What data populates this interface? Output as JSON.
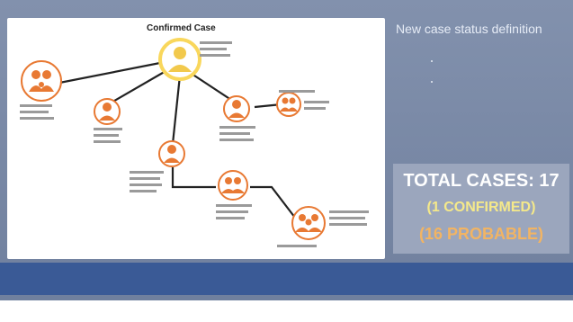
{
  "diagram": {
    "title": "Confirmed Case",
    "nodes": [
      {
        "id": "confirmed",
        "label": "",
        "color": "#f2c94c",
        "ring": "#f9d75c"
      },
      {
        "id": "left-household",
        "label": "",
        "color": "#e87933"
      },
      {
        "id": "mid-left",
        "label": "",
        "color": "#e87933"
      },
      {
        "id": "mid-right",
        "label": "",
        "color": "#e87933"
      },
      {
        "id": "far-right",
        "label": "",
        "color": "#e87933"
      },
      {
        "id": "bottom-center",
        "label": "",
        "color": "#e87933"
      },
      {
        "id": "bottom-right",
        "label": "",
        "color": "#e87933"
      },
      {
        "id": "bottom-far-right",
        "label": "",
        "color": "#e87933"
      }
    ]
  },
  "side_panel": {
    "title": "New case status definition",
    "bullets": [
      "",
      ""
    ]
  },
  "totals": {
    "total": "TOTAL CASES: 17",
    "confirmed": "(1 CONFIRMED)",
    "probable": "(16 PROBABLE)"
  },
  "bottom_bar": {
    "text": ""
  },
  "footer": {
    "text": ""
  },
  "colors": {
    "accent_orange": "#e87933",
    "confirmed_yellow": "#f2c94c",
    "bar_blue": "#3a5a96"
  }
}
